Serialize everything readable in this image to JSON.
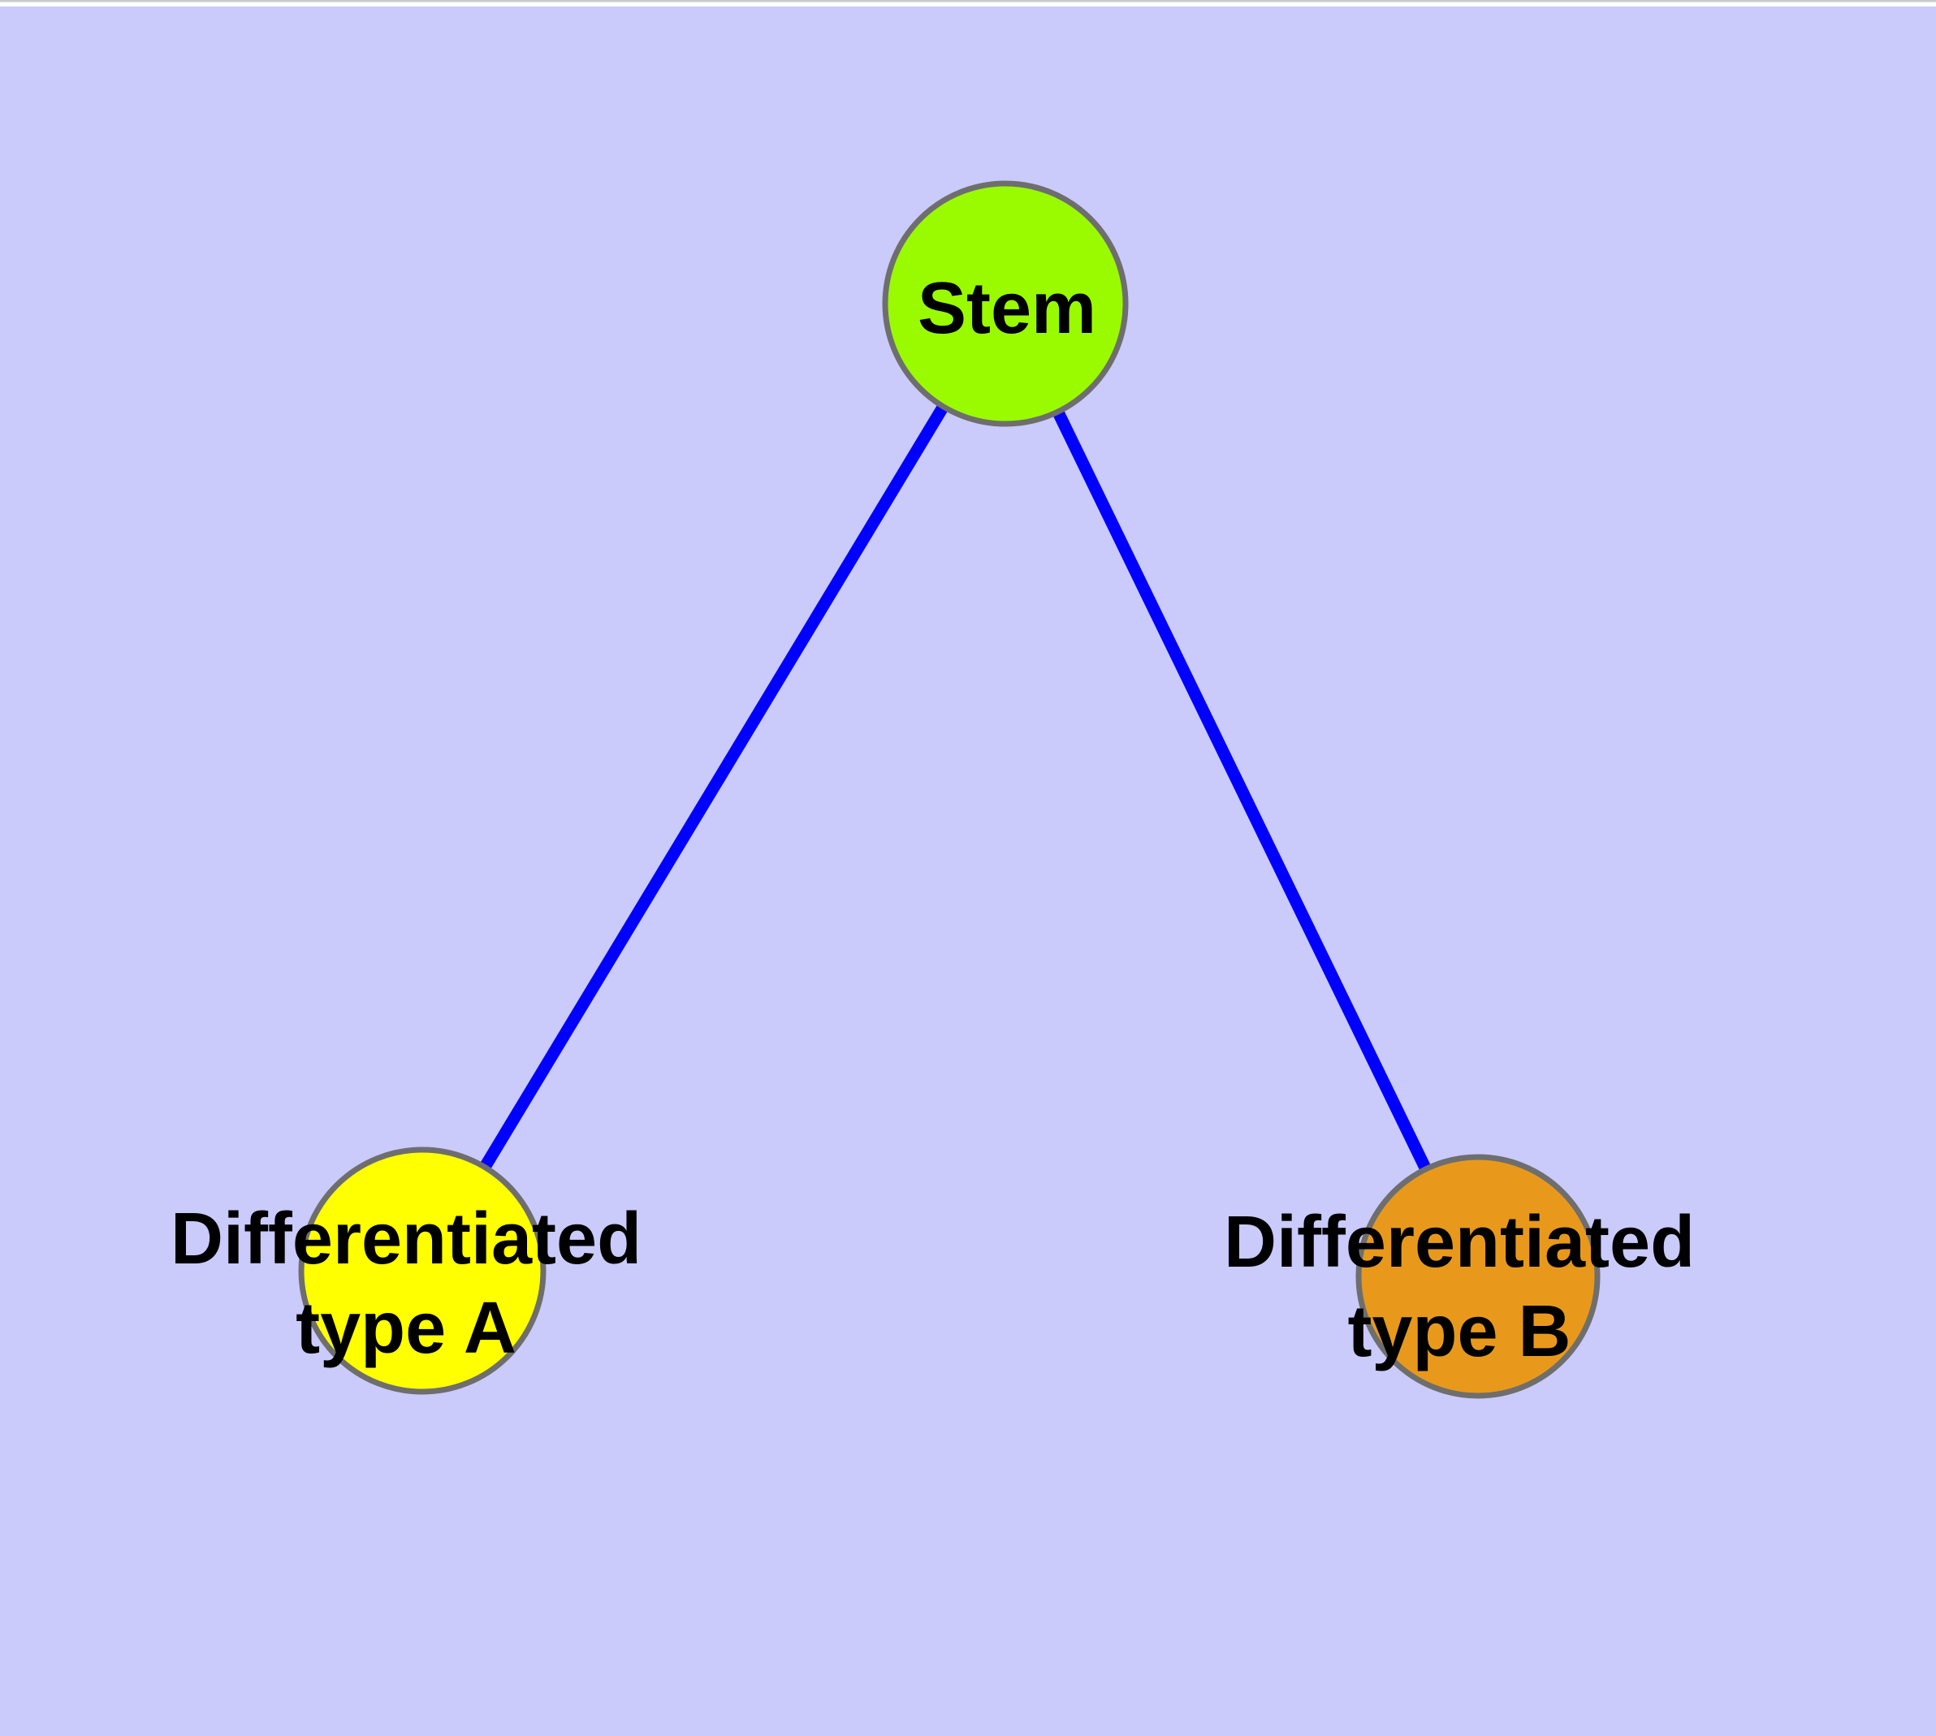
{
  "diagram": {
    "background_color": "#CACAFB",
    "window_top_strip_color": "#FFFFFF",
    "window_top_line_color": "#C9C9C9",
    "edge_color": "#0000FF",
    "node_border_color": "#6E6E6E",
    "label_color": "#000000",
    "nodes": [
      {
        "id": "stem",
        "label": "Stem",
        "fill": "#9AFB00"
      },
      {
        "id": "differentiated-type-a",
        "label": "Differentiated\ntype A",
        "fill": "#FFFF00"
      },
      {
        "id": "differentiated-type-b",
        "label": "Differentiated\ntype B",
        "fill": "#E8991C"
      }
    ],
    "edges": [
      {
        "from": "Stem",
        "to": "Differentiated type A"
      },
      {
        "from": "Stem",
        "to": "Differentiated type B"
      }
    ]
  }
}
